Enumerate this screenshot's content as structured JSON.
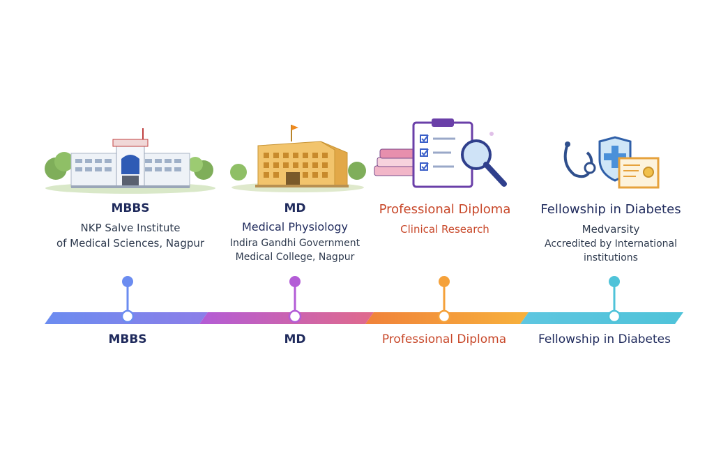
{
  "colors": {
    "navy": "#1f2a5c",
    "orange_red": "#c8482a",
    "slate": "#2e3a4e",
    "blue": "#6b8cf0",
    "purple": "#b35cd6",
    "pink": "#e06a8c",
    "orange": "#f5a13a",
    "teal": "#4fc3d9"
  },
  "stages": [
    {
      "title": "MBBS",
      "lines": [
        "NKP Salve Institute",
        "of Medical Sciences, Nagpur"
      ],
      "bottom_label": "MBBS",
      "icon": "hospital-building-icon"
    },
    {
      "title": "MD",
      "subtitle": "Medical Physiology",
      "lines": [
        "Indira Gandhi Government",
        "Medical College, Nagpur"
      ],
      "bottom_label": "MD",
      "icon": "government-college-icon"
    },
    {
      "title": "Professional Diploma",
      "lines": [
        "Clinical Research"
      ],
      "bottom_label": "Professional Diploma",
      "icon": "clipboard-research-icon"
    },
    {
      "title": "Fellowship in Diabetes",
      "lines": [
        "Medvarsity",
        "Accredited by International",
        "institutions"
      ],
      "bottom_label": "Fellowship in Diabetes",
      "icon": "stethoscope-certificate-icon"
    }
  ]
}
